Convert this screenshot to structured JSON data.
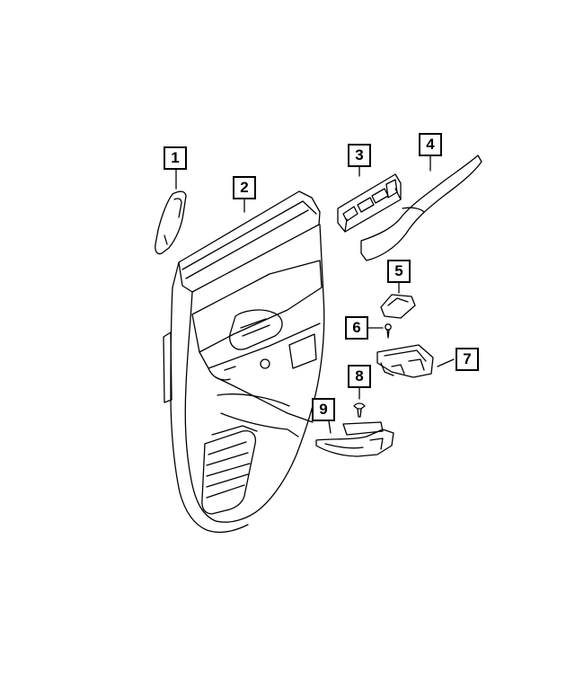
{
  "callouts": [
    {
      "id": "1",
      "part": "A-pillar trim panel"
    },
    {
      "id": "2",
      "part": "Front door trim panel"
    },
    {
      "id": "3",
      "part": "Window switch bezel"
    },
    {
      "id": "4",
      "part": "Door trim applique"
    },
    {
      "id": "5",
      "part": "Switch bezel cap"
    },
    {
      "id": "6",
      "part": "Screw"
    },
    {
      "id": "7",
      "part": "Inside handle bezel"
    },
    {
      "id": "8",
      "part": "Push-in fastener"
    },
    {
      "id": "9",
      "part": "Pull cup handle"
    }
  ],
  "colors": {
    "line": "#000000",
    "background": "#ffffff"
  }
}
